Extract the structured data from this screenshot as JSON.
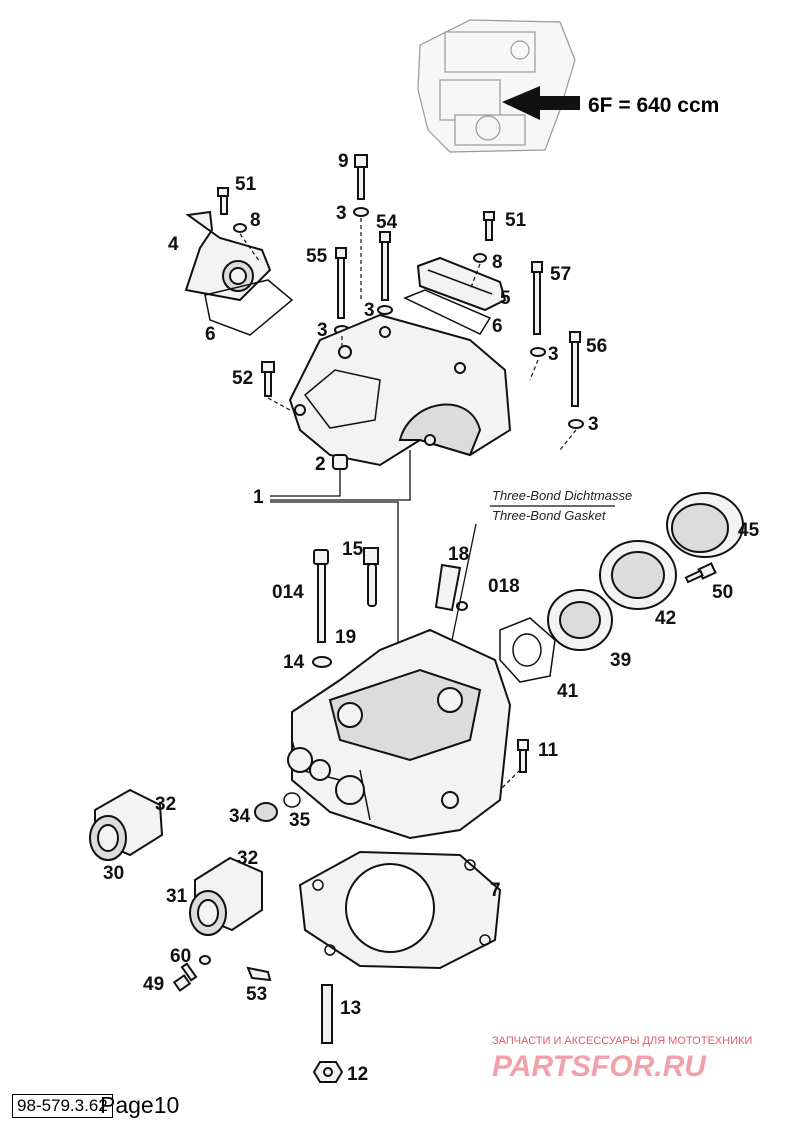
{
  "header": {
    "variant_note": "6F = 640 ccm"
  },
  "notes": {
    "sealant_de": "Three-Bond Dichtmasse",
    "sealant_en": "Three-Bond Gasket"
  },
  "callouts": [
    "51",
    "8",
    "4",
    "6",
    "9",
    "3",
    "54",
    "55",
    "3",
    "3",
    "51",
    "8",
    "5",
    "6",
    "57",
    "52",
    "3",
    "56",
    "3",
    "2",
    "1",
    "15",
    "18",
    "018",
    "014",
    "19",
    "14",
    "45",
    "50",
    "42",
    "39",
    "41",
    "11",
    "32",
    "34",
    "35",
    "30",
    "32",
    "31",
    "7",
    "60",
    "49",
    "53",
    "13",
    "12"
  ],
  "watermark": {
    "tagline": "ЗАПЧАСТИ И АКСЕССУАРЫ ДЛЯ МОТОТЕХНИКИ",
    "brand": "PARTSFOR.RU"
  },
  "footer": {
    "code": "98-579.3.62",
    "page": "Page10"
  }
}
